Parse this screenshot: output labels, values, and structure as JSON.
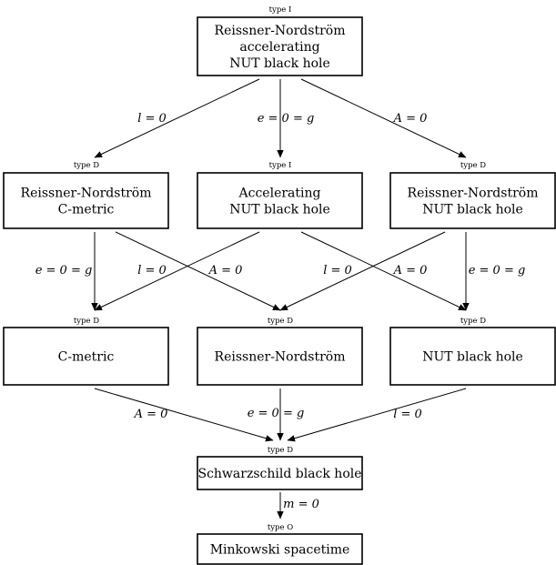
{
  "nodes": [
    {
      "id": "rn-acc-nut",
      "type_label": "type I",
      "lines": [
        "Reissner-Nordström",
        "accelerating",
        "NUT black hole"
      ]
    },
    {
      "id": "rn-cmetric",
      "type_label": "type D",
      "lines": [
        "Reissner-Nordström",
        "C-metric"
      ]
    },
    {
      "id": "acc-nut",
      "type_label": "type I",
      "lines": [
        "Accelerating",
        "NUT black hole"
      ]
    },
    {
      "id": "rn-nut",
      "type_label": "type D",
      "lines": [
        "Reissner-Nordström",
        "NUT black hole"
      ]
    },
    {
      "id": "cmetric",
      "type_label": "type D",
      "lines": [
        "C-metric"
      ]
    },
    {
      "id": "rn",
      "type_label": "type D",
      "lines": [
        "Reissner-Nordström"
      ]
    },
    {
      "id": "nut",
      "type_label": "type D",
      "lines": [
        "NUT black hole"
      ]
    },
    {
      "id": "schwarzschild",
      "type_label": "type D",
      "lines": [
        "Schwarzschild black hole"
      ]
    },
    {
      "id": "minkowski",
      "type_label": "type O",
      "lines": [
        "Minkowski spacetime"
      ]
    }
  ],
  "edges": [
    {
      "from": "rn-acc-nut",
      "to": "rn-cmetric",
      "label": "l = 0"
    },
    {
      "from": "rn-acc-nut",
      "to": "acc-nut",
      "label": "e = 0 =  g"
    },
    {
      "from": "rn-acc-nut",
      "to": "rn-nut",
      "label": "A = 0"
    },
    {
      "from": "rn-cmetric",
      "to": "cmetric",
      "label": "e = 0 = g"
    },
    {
      "from": "rn-cmetric",
      "to": "rn",
      "label": "A = 0"
    },
    {
      "from": "acc-nut",
      "to": "cmetric",
      "label": "l = 0"
    },
    {
      "from": "acc-nut",
      "to": "nut",
      "label": "A = 0"
    },
    {
      "from": "rn-nut",
      "to": "rn",
      "label": "l = 0"
    },
    {
      "from": "rn-nut",
      "to": "nut",
      "label": "e = 0 = g"
    },
    {
      "from": "cmetric",
      "to": "schwarzschild",
      "label": "A = 0"
    },
    {
      "from": "rn",
      "to": "schwarzschild",
      "label": "e = 0 = g"
    },
    {
      "from": "nut",
      "to": "schwarzschild",
      "label": "l = 0"
    },
    {
      "from": "schwarzschild",
      "to": "minkowski",
      "label": "m = 0"
    }
  ]
}
